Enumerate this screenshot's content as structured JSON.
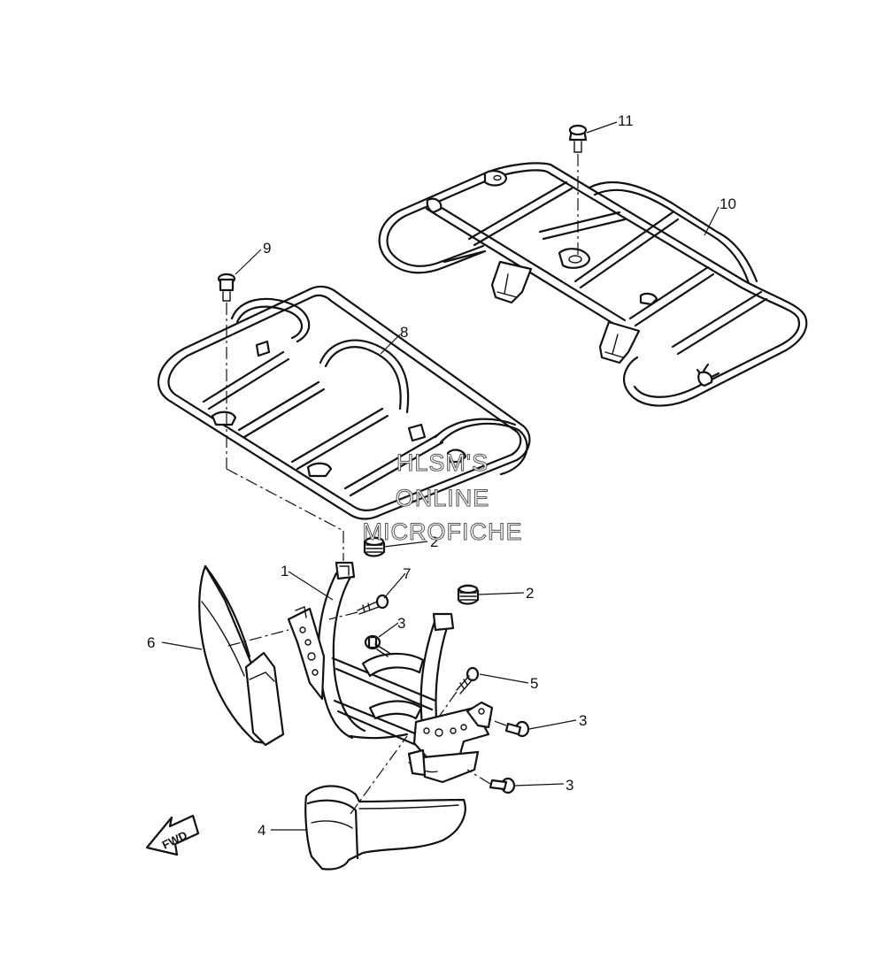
{
  "callouts": [
    {
      "id": "1"
    },
    {
      "id": "2"
    },
    {
      "id": "2"
    },
    {
      "id": "3"
    },
    {
      "id": "3"
    },
    {
      "id": "3"
    },
    {
      "id": "4"
    },
    {
      "id": "5"
    },
    {
      "id": "6"
    },
    {
      "id": "7"
    },
    {
      "id": "8"
    },
    {
      "id": "9"
    },
    {
      "id": "10"
    },
    {
      "id": "11"
    }
  ],
  "watermark": {
    "line1": "HLSM'S",
    "line2": "ONLINE",
    "line3": "MICROFICHE"
  },
  "direction_arrow": {
    "label": "FWD"
  }
}
